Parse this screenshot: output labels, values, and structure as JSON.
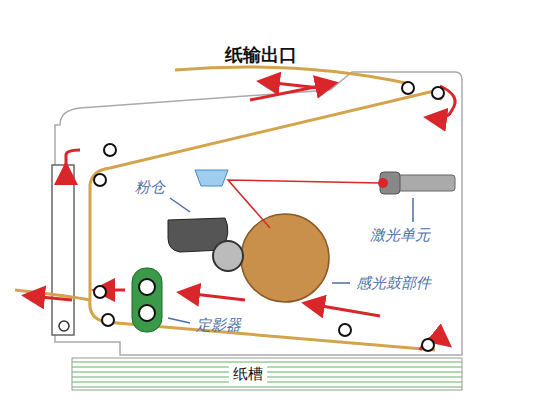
{
  "diagram": {
    "nodes": [
      {
        "text": [
          "纸槽"
        ]
      }
    ],
    "edges": [],
    "labels": [
      "纸输出口",
      "粉仓",
      "激光单元",
      "感光鼓部件",
      "定影器"
    ]
  }
}
